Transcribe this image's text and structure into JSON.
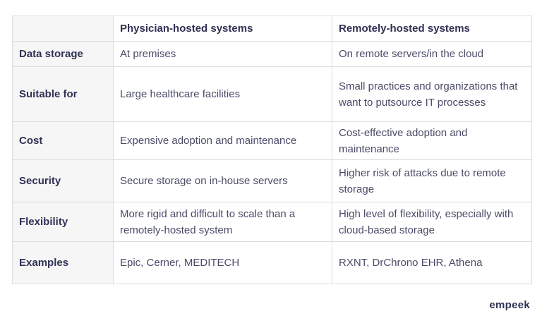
{
  "table": {
    "headers": [
      "",
      "Physician-hosted systems",
      "Remotely-hosted systems"
    ],
    "rows": [
      {
        "label": "Data storage",
        "physician": "At premises",
        "remote": "On remote servers/in the cloud"
      },
      {
        "label": "Suitable for",
        "physician": "Large healthcare facilities",
        "remote": "Small practices and organizations that want to putsource IT processes"
      },
      {
        "label": "Cost",
        "physician": "Expensive adoption and maintenance",
        "remote": "Cost-effective adoption and maintenance"
      },
      {
        "label": "Security",
        "physician": "Secure storage on in-house servers",
        "remote": "Higher risk of attacks due to remote storage"
      },
      {
        "label": "Flexibility",
        "physician": "More rigid and difficult to scale than a remotely-hosted system",
        "remote": "High level of flexibility, especially with cloud-based storage"
      },
      {
        "label": "Examples",
        "physician": "Epic, Cerner, MEDITECH",
        "remote": "RXNT, DrChrono EHR, Athena"
      }
    ]
  },
  "brand": {
    "logo_text": "empeek"
  },
  "colors": {
    "text": "#2f3154",
    "border": "#dcdcdc",
    "header_bg": "#f6f6f6"
  }
}
